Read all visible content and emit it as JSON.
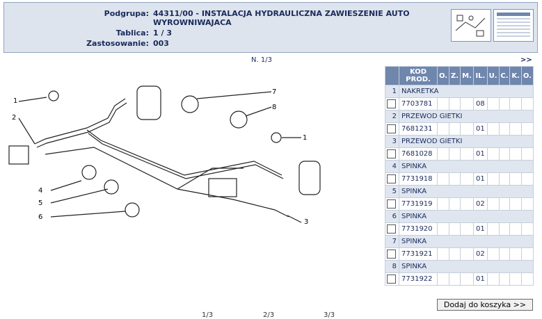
{
  "header": {
    "podgrupa_label": "Podgrupa:",
    "podgrupa_value": "44311/00 - INSTALACJA HYDRAULICZNA ZAWIESZENIE AUTO",
    "podgrupa_value2": "WYROWNIWAJACA",
    "tablica_label": "Tablica:",
    "tablica_value": "1 / 3",
    "zastosowanie_label": "Zastosowanie:",
    "zastosowanie_value": "003"
  },
  "pager": {
    "center": "N. 1/3",
    "next": ">>"
  },
  "diagram_labels": [
    "1",
    "2",
    "3",
    "4",
    "5",
    "6",
    "7",
    "8",
    "1"
  ],
  "table": {
    "headers": [
      "KOD PROD.",
      "O.",
      "Z.",
      "M.",
      "IL.",
      "U.",
      "C.",
      "K.",
      "O."
    ],
    "groups": [
      {
        "num": "1",
        "name": "NAKRETKA",
        "code": "7703781",
        "qty": "08"
      },
      {
        "num": "2",
        "name": "PRZEWOD GIETKI",
        "code": "7681231",
        "qty": "01"
      },
      {
        "num": "3",
        "name": "PRZEWOD GIETKI",
        "code": "7681028",
        "qty": "01"
      },
      {
        "num": "4",
        "name": "SPINKA",
        "code": "7731918",
        "qty": "01"
      },
      {
        "num": "5",
        "name": "SPINKA",
        "code": "7731919",
        "qty": "02"
      },
      {
        "num": "6",
        "name": "SPINKA",
        "code": "7731920",
        "qty": "01"
      },
      {
        "num": "7",
        "name": "SPINKA",
        "code": "7731921",
        "qty": "02"
      },
      {
        "num": "8",
        "name": "SPINKA",
        "code": "7731922",
        "qty": "01"
      }
    ]
  },
  "button": {
    "add_to_cart": "Dodaj do koszyka >>"
  },
  "footer": [
    "1/3",
    "2/3",
    "3/3"
  ]
}
